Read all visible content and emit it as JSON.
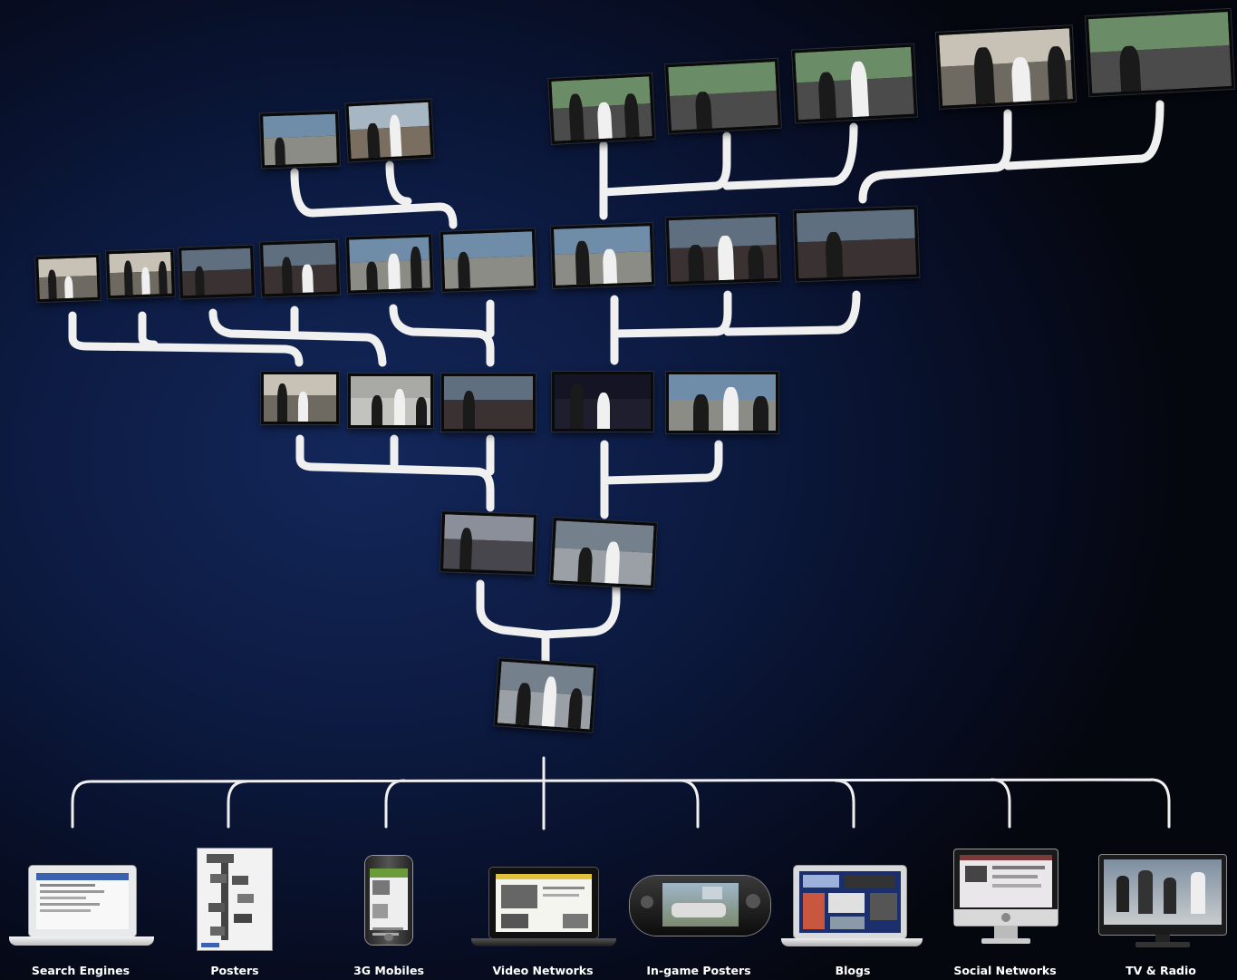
{
  "devices": {
    "search_engines": "Search Engines",
    "posters": "Posters",
    "mobiles": "3G Mobiles",
    "video_networks": "Video Networks",
    "ingame_posters": "In-game Posters",
    "blogs": "Blogs",
    "social_networks": "Social Networks",
    "tv_radio": "TV & Radio"
  },
  "colors": {
    "connector": "#f2f2f2",
    "label": "#ffffff"
  }
}
